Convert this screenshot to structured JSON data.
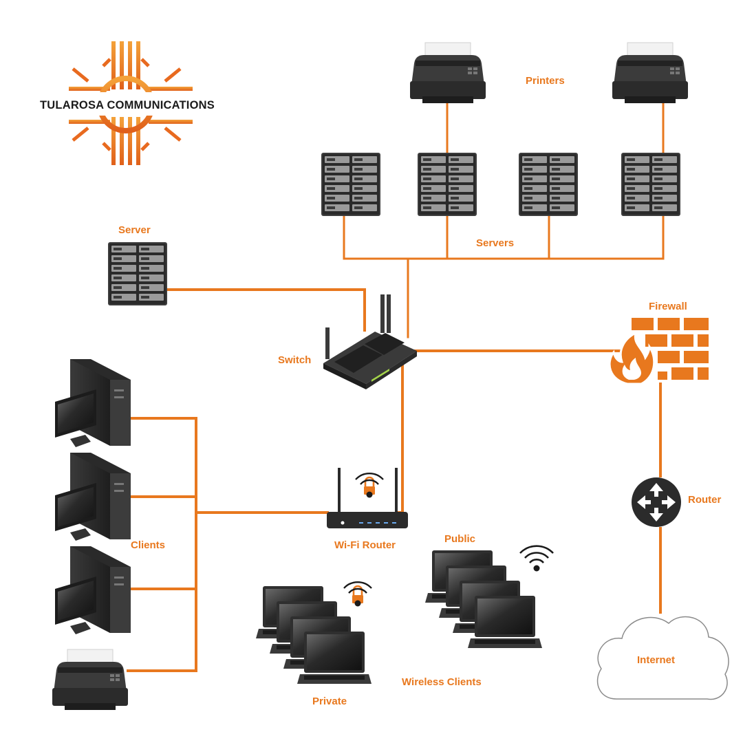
{
  "brand": {
    "name": "TULAROSA COMMUNICATIONS"
  },
  "labels": {
    "printers": "Printers",
    "servers": "Servers",
    "server": "Server",
    "firewall": "Firewall",
    "switch": "Switch",
    "router": "Router",
    "wifi_router": "Wi-Fi Router",
    "clients": "Clients",
    "public": "Public",
    "private": "Private",
    "wireless_clients": "Wireless Clients",
    "internet": "Internet"
  },
  "colors": {
    "accent": "#e8781e",
    "device_dark": "#2b2b2b",
    "device_mid": "#4a4a4a"
  },
  "icons": [
    "printer-icon",
    "server-rack-icon",
    "switch-icon",
    "firewall-icon",
    "router-icon",
    "wifi-router-icon",
    "desktop-computer-icon",
    "laptop-icon",
    "wifi-signal-icon",
    "cloud-icon",
    "zia-sun-logo"
  ]
}
